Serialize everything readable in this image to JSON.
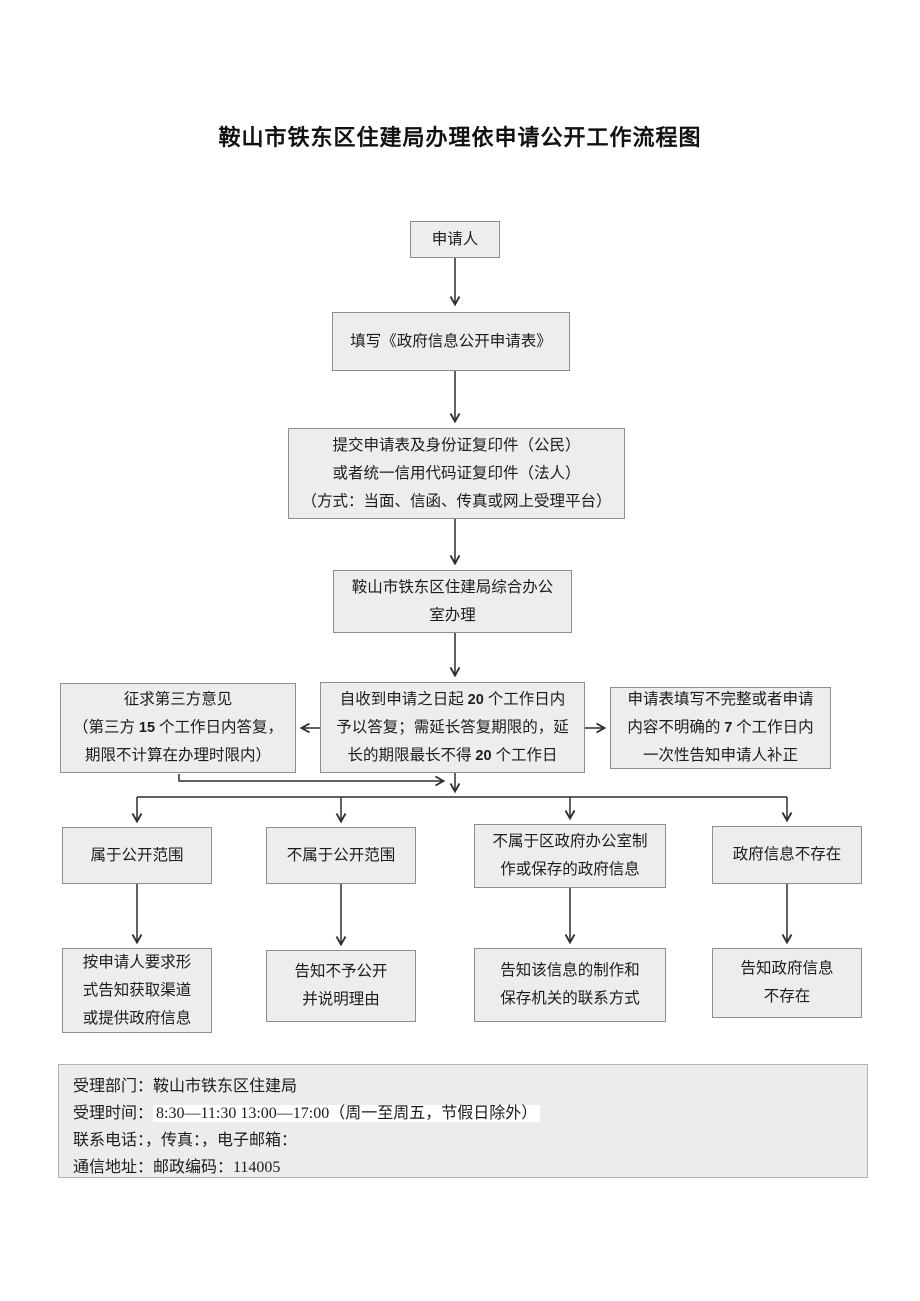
{
  "title": "鞍山市铁东区住建局办理依申请公开工作流程图",
  "nodes": {
    "applicant": {
      "label": "申请人"
    },
    "fill_form": {
      "label": "填写《政府信息公开申请表》"
    },
    "submit": {
      "label": "提交申请表及身份证复印件（公民）\n或者统一信用代码证复印件（法人）\n（方式：当面、信函、传真或网上受理平台）"
    },
    "office": {
      "label": "鞍山市铁东区住建局综合办公\n室办理"
    },
    "third_party": {
      "label": "征求第三方意见\n（第三方 15 个工作日内答复，\n期限不计算在办理时限内）"
    },
    "reply_20days": {
      "label": "自收到申请之日起 20 个工作日内\n予以答复；需延长答复期限的，延\n长的期限最长不得 20 个工作日"
    },
    "incomplete": {
      "label": "申请表填写不完整或者申请\n内容不明确的 7 个工作日内\n一次性告知申请人补正"
    },
    "in_scope": {
      "label": "属于公开范围"
    },
    "not_in_scope": {
      "label": "不属于公开范围"
    },
    "not_made": {
      "label": "不属于区政府办公室制\n作或保存的政府信息"
    },
    "not_exist": {
      "label": "政府信息不存在"
    },
    "provide_info": {
      "label": "按申请人要求形\n式告知获取渠道\n或提供政府信息"
    },
    "notify_no_open": {
      "label": "告知不予公开\n并说明理由"
    },
    "notify_contact": {
      "label": "告知该信息的制作和\n保存机关的联系方式"
    },
    "notify_not_exist": {
      "label": "告知政府信息\n不存在"
    }
  },
  "footer": {
    "dept_line": "受理部门：鞍山市铁东区住建局",
    "time_label": "受理时间：",
    "time_value": "8:30—11:30 13:00—17:00（周一至周五，节假日除外）",
    "contact_line": "联系电话：，传真：，电子邮箱：",
    "address_line": "通信地址：邮政编码：114005"
  },
  "colors": {
    "box_fill": "#ededed",
    "box_border": "#8f8f8f",
    "arrow": "#2e2e2e",
    "page_bg": "#ffffff"
  }
}
